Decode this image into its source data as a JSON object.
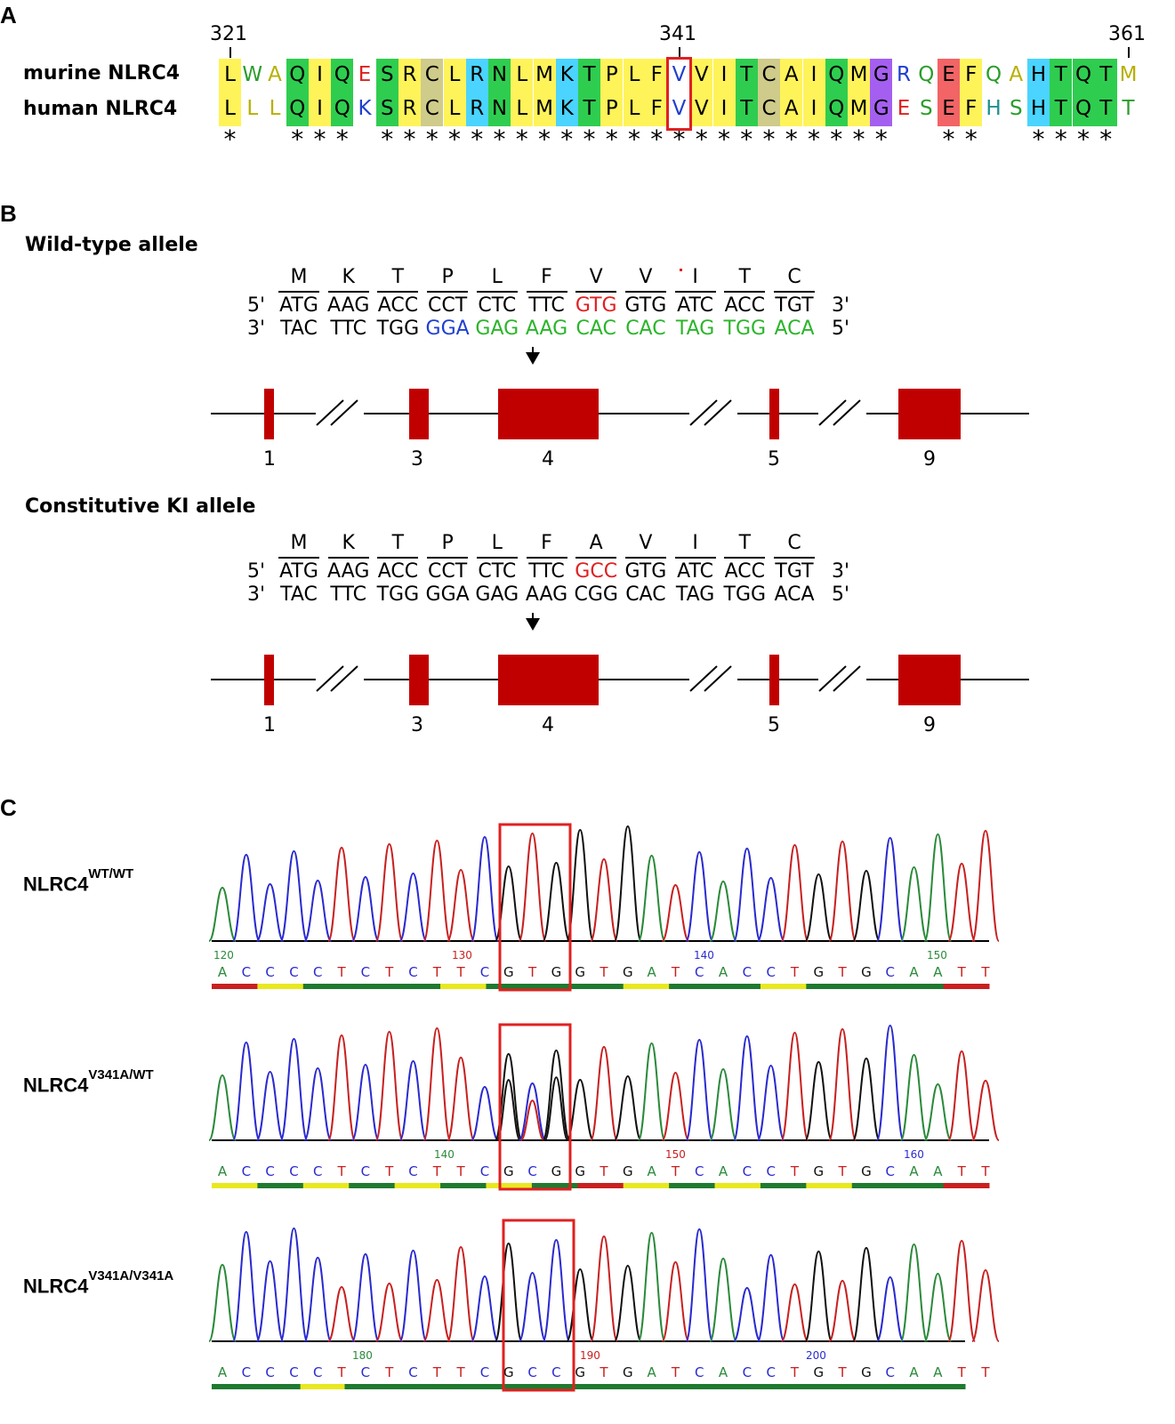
{
  "panels": {
    "a": "A",
    "b": "B",
    "c": "C"
  },
  "alignment": {
    "positions": [
      "321",
      "341",
      "361"
    ],
    "murine_label": "murine NLRC4",
    "human_label": "human NLRC4",
    "murine": [
      "L",
      "W",
      "A",
      "Q",
      "I",
      "Q",
      "E",
      "S",
      "R",
      "C",
      "L",
      "R",
      "N",
      "L",
      "M",
      "K",
      "T",
      "P",
      "L",
      "F",
      "V",
      "V",
      "I",
      "T",
      "C",
      "A",
      "I",
      "Q",
      "M",
      "G",
      "R",
      "Q",
      "E",
      "F",
      "Q",
      "A",
      "H",
      "T",
      "Q",
      "T",
      "M"
    ],
    "human": [
      "L",
      "L",
      "L",
      "Q",
      "I",
      "Q",
      "K",
      "S",
      "R",
      "C",
      "L",
      "R",
      "N",
      "L",
      "M",
      "K",
      "T",
      "P",
      "L",
      "F",
      "V",
      "V",
      "I",
      "T",
      "C",
      "A",
      "I",
      "Q",
      "M",
      "G",
      "E",
      "S",
      "E",
      "F",
      "H",
      "S",
      "H",
      "T",
      "Q",
      "T",
      "T"
    ],
    "stars": [
      "*",
      "",
      "",
      "*",
      "*",
      "*",
      "",
      "*",
      "*",
      "*",
      "*",
      "*",
      "*",
      "*",
      "*",
      "*",
      "*",
      "*",
      "*",
      "*",
      "*",
      "*",
      "*",
      "*",
      "*",
      "*",
      "*",
      "*",
      "*",
      "*",
      "",
      "",
      "*",
      "*",
      "",
      "",
      "*",
      "*",
      "*",
      "*",
      ""
    ],
    "colors": {
      "yellow": "#fff35a",
      "green": "#2fcd4f",
      "teal": "#3ec8c8",
      "cyan": "#4ad4ff",
      "olive": "#cfcb8a",
      "red": "#f26466",
      "purple": "#a55ff0",
      "red_box": "#e02020"
    }
  },
  "wildtype": {
    "title": "Wild-type allele",
    "amino_acids": [
      "M",
      "K",
      "T",
      "P",
      "L",
      "F",
      "V",
      "V",
      "I",
      "T",
      "C"
    ],
    "strand_top": [
      "ATG",
      "AAG",
      "ACC",
      "CCT",
      "CTC",
      "TTC",
      "GTG",
      "GTG",
      "ATC",
      "ACC",
      "TGT"
    ],
    "strand_bottom": [
      "TAC",
      "TTC",
      "TGG",
      "GGA",
      "GAG",
      "AAG",
      "CAC",
      "CAC",
      "TAG",
      "TGG",
      "ACA"
    ],
    "top_left": "5'",
    "top_right": "3'",
    "bottom_left": "3'",
    "bottom_right": "5'",
    "exons": [
      "1",
      "3",
      "4",
      "5",
      "9"
    ]
  },
  "ki": {
    "title": "Constitutive KI allele",
    "amino_acids": [
      "M",
      "K",
      "T",
      "P",
      "L",
      "F",
      "A",
      "V",
      "I",
      "T",
      "C"
    ],
    "strand_top": [
      "ATG",
      "AAG",
      "ACC",
      "CCT",
      "CTC",
      "TTC",
      "GCC",
      "GTG",
      "ATC",
      "ACC",
      "TGT"
    ],
    "strand_bottom": [
      "TAC",
      "TTC",
      "TGG",
      "GGA",
      "GAG",
      "AAG",
      "CGG",
      "CAC",
      "TAG",
      "TGG",
      "ACA"
    ],
    "top_left": "5'",
    "top_right": "3'",
    "bottom_left": "3'",
    "bottom_right": "5'",
    "exons": [
      "1",
      "3",
      "4",
      "5",
      "9"
    ]
  },
  "traces": [
    {
      "label": "NLRC4",
      "sup": "WT/WT",
      "bases": [
        "A",
        "C",
        "C",
        "C",
        "C",
        "T",
        "C",
        "T",
        "C",
        "T",
        "T",
        "C",
        "G",
        "T",
        "G",
        "G",
        "T",
        "G",
        "A",
        "T",
        "C",
        "A",
        "C",
        "C",
        "T",
        "G",
        "T",
        "G",
        "C",
        "A",
        "A",
        "T",
        "T"
      ],
      "indices": [
        "120",
        "130",
        "140",
        "150"
      ]
    },
    {
      "label": "NLRC4",
      "sup": "V341A/WT",
      "bases": [
        "A",
        "C",
        "C",
        "C",
        "C",
        "T",
        "C",
        "T",
        "C",
        "T",
        "T",
        "C",
        "G",
        "C",
        "G",
        "G",
        "T",
        "G",
        "A",
        "T",
        "C",
        "A",
        "C",
        "C",
        "T",
        "G",
        "T",
        "G",
        "C",
        "A",
        "A",
        "T",
        "T"
      ],
      "indices": [
        "140",
        "150",
        "160"
      ]
    },
    {
      "label": "NLRC4",
      "sup": "V341A/V341A",
      "bases": [
        "A",
        "C",
        "C",
        "C",
        "C",
        "T",
        "C",
        "T",
        "C",
        "T",
        "T",
        "C",
        "G",
        "C",
        "C",
        "G",
        "T",
        "G",
        "A",
        "T",
        "C",
        "A",
        "C",
        "C",
        "T",
        "G",
        "T",
        "G",
        "C",
        "A",
        "A",
        "T",
        "T"
      ],
      "indices": [
        "180",
        "190",
        "200"
      ]
    }
  ]
}
